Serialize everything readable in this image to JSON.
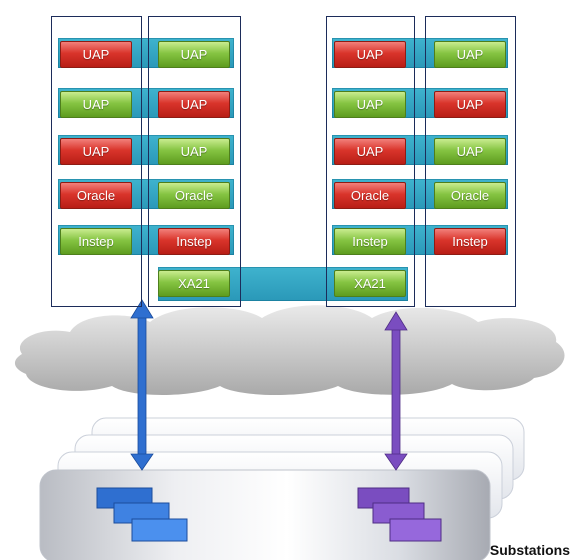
{
  "colors": {
    "active": "#d9342b",
    "standby": "#85c442",
    "link": "#2fa6c4",
    "left_arrow": "#2f6fd0",
    "right_arrow": "#7a4dc0"
  },
  "left_cluster": {
    "nodeA": [
      "UAP",
      "UAP",
      "UAP",
      "Oracle",
      "Instep"
    ],
    "nodeA_state": [
      "active",
      "standby",
      "active",
      "active",
      "standby"
    ],
    "nodeB": [
      "UAP",
      "UAP",
      "UAP",
      "Oracle",
      "Instep",
      "XA21"
    ],
    "nodeB_state": [
      "standby",
      "active",
      "standby",
      "standby",
      "active",
      "standby"
    ]
  },
  "right_cluster": {
    "nodeA": [
      "UAP",
      "UAP",
      "UAP",
      "Oracle",
      "Instep",
      "XA21"
    ],
    "nodeA_state": [
      "active",
      "standby",
      "active",
      "active",
      "standby",
      "standby"
    ],
    "nodeB": [
      "UAP",
      "UAP",
      "UAP",
      "Oracle",
      "Instep"
    ],
    "nodeB_state": [
      "standby",
      "active",
      "standby",
      "standby",
      "active"
    ]
  },
  "substations": {
    "label": "Substations"
  }
}
